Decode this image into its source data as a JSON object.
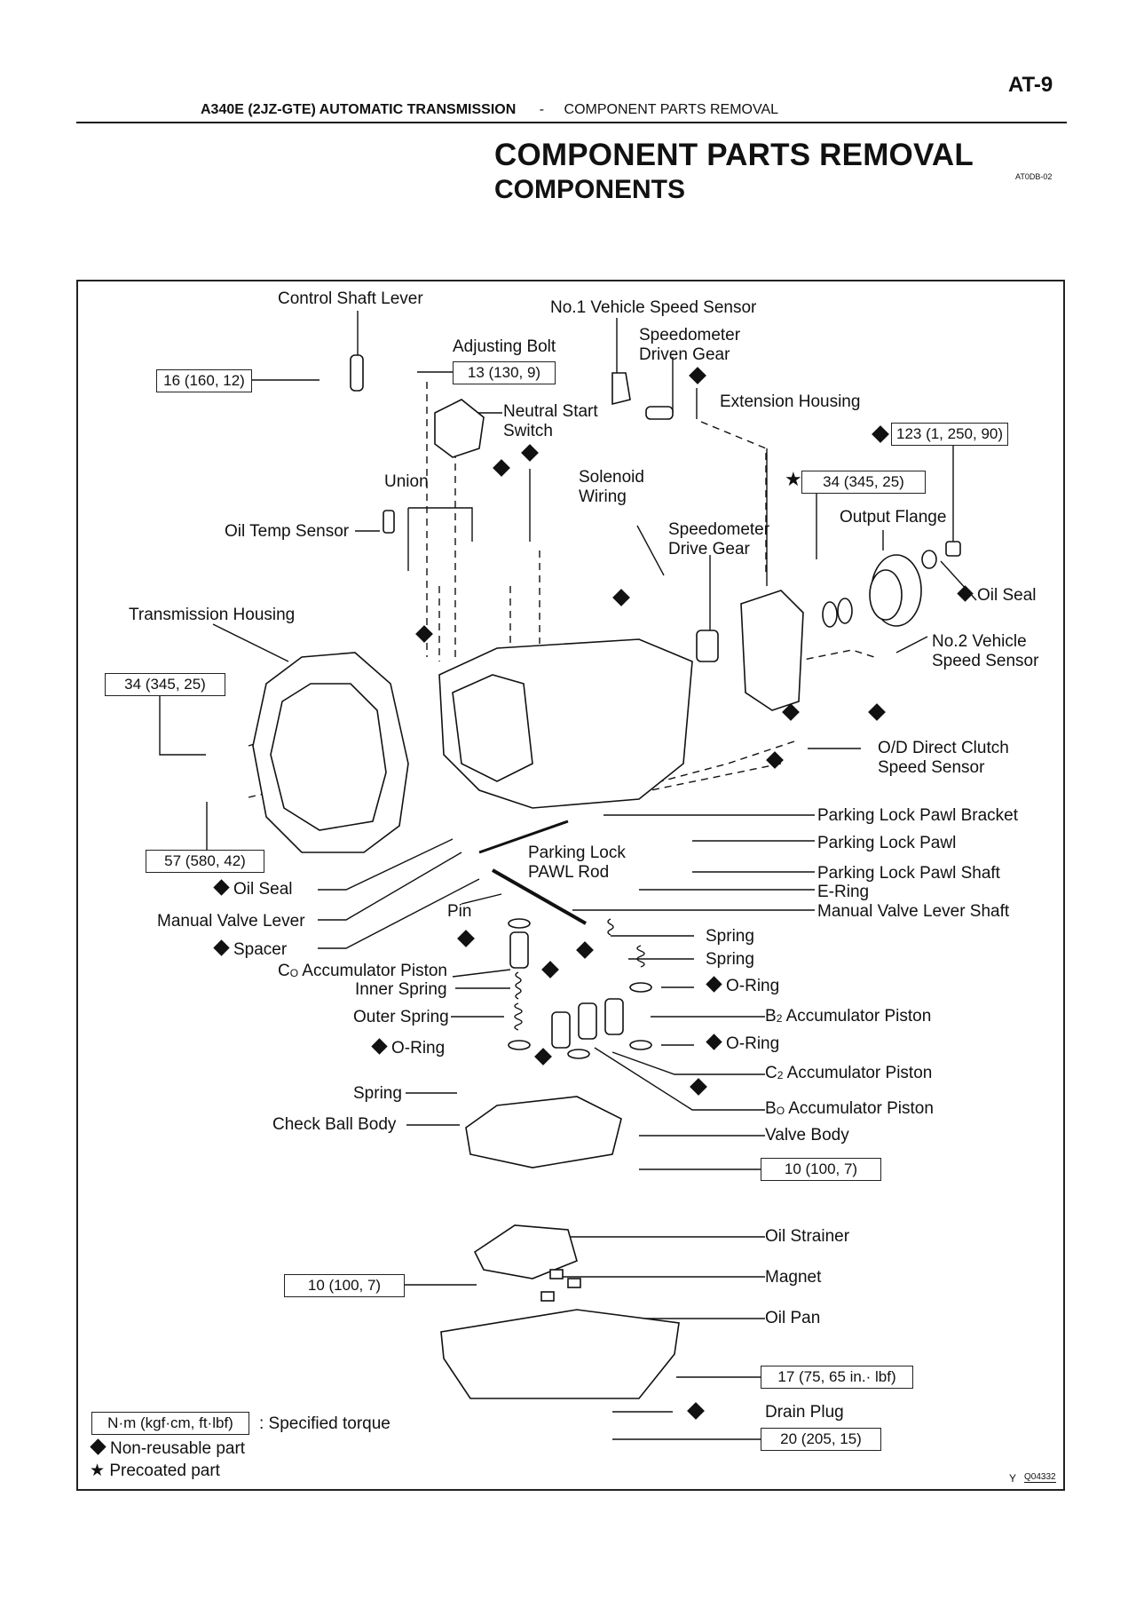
{
  "header": {
    "page_number": "AT-9",
    "section_bold": "A340E (2JZ-GTE)  AUTOMATIC TRANSMISSION",
    "separator": "-",
    "section_sub": "COMPONENT PARTS REMOVAL"
  },
  "title": "COMPONENT PARTS REMOVAL",
  "subtitle": "COMPONENTS",
  "doc_id": "AT0DB-02",
  "labels": {
    "control_shaft_lever": "Control Shaft Lever",
    "no1_vss": "No.1 Vehicle Speed Sensor",
    "adjusting_bolt": "Adjusting Bolt",
    "speedo_driven_gear_1": "Speedometer",
    "speedo_driven_gear_2": "Driven Gear",
    "extension_housing": "Extension Housing",
    "neutral_start_1": "Neutral Start",
    "neutral_start_2": "Switch",
    "union": "Union",
    "solenoid_1": "Solenoid",
    "solenoid_2": "Wiring",
    "output_flange": "Output Flange",
    "oil_temp_sensor": "Oil Temp Sensor",
    "speedo_drive_gear_1": "Speedometer",
    "speedo_drive_gear_2": "Drive Gear",
    "oil_seal_right": "Oil Seal",
    "transmission_housing": "Transmission Housing",
    "no2_vss_1": "No.2 Vehicle",
    "no2_vss_2": "Speed Sensor",
    "od_clutch_1": "O/D Direct Clutch",
    "od_clutch_2": "Speed Sensor",
    "plp_bracket": "Parking Lock Pawl Bracket",
    "plp": "Parking Lock Pawl",
    "plp_shaft": "Parking Lock Pawl Shaft",
    "e_ring": "E-Ring",
    "mvl_shaft": "Manual Valve Lever Shaft",
    "plp_rod_1": "Parking Lock",
    "plp_rod_2": "PAWL Rod",
    "oil_seal_left": "Oil Seal",
    "manual_valve_lever": "Manual Valve Lever",
    "pin": "Pin",
    "spacer": "Spacer",
    "c0_piston_prefix": "C",
    "c0_piston_sub": "O",
    "c0_piston": " Accumulator Piston",
    "inner_spring": "Inner Spring",
    "outer_spring": "Outer Spring",
    "o_ring_left": "O-Ring",
    "spring_left": "Spring",
    "check_ball_body": "Check Ball Body",
    "spring_r1": "Spring",
    "spring_r2": "Spring",
    "o_ring_r1": "O-Ring",
    "b2_prefix": "B",
    "b2_sub": "2",
    "b2_piston": " Accumulator Piston",
    "o_ring_r2": "O-Ring",
    "c2_prefix": "C",
    "c2_sub": "2",
    "c2_piston": " Accumulator Piston",
    "b0_prefix": "B",
    "b0_sub": "O",
    "b0_piston": " Accumulator Piston",
    "valve_body": "Valve Body",
    "oil_strainer": "Oil Strainer",
    "magnet": "Magnet",
    "oil_pan": "Oil Pan",
    "drain_plug": "Drain Plug"
  },
  "torques": {
    "control_shaft_nut": "16 (160, 12)",
    "adjusting_bolt": "13 (130, 9)",
    "flange_nut": "123 (1, 250, 90)",
    "extension_bolt": "34 (345, 25)",
    "housing_bolt_upper": "34 (345, 25)",
    "housing_bolt_lower": "57 (580, 42)",
    "valve_body_bolt": "10 (100, 7)",
    "strainer_bolt": "10 (100, 7)",
    "oil_pan_bolt": "17 (75, 65 in.· lbf)",
    "drain_plug": "20 (205, 15)"
  },
  "legend": {
    "torque_unit": "N·m (kgf·cm, ft·lbf)",
    "torque_desc": ": Specified torque",
    "non_reusable": "Non-reusable part",
    "precoated": "Precoated part",
    "star_symbol": "★"
  },
  "figure_id_prefix": "Y",
  "figure_id": "Q04332"
}
